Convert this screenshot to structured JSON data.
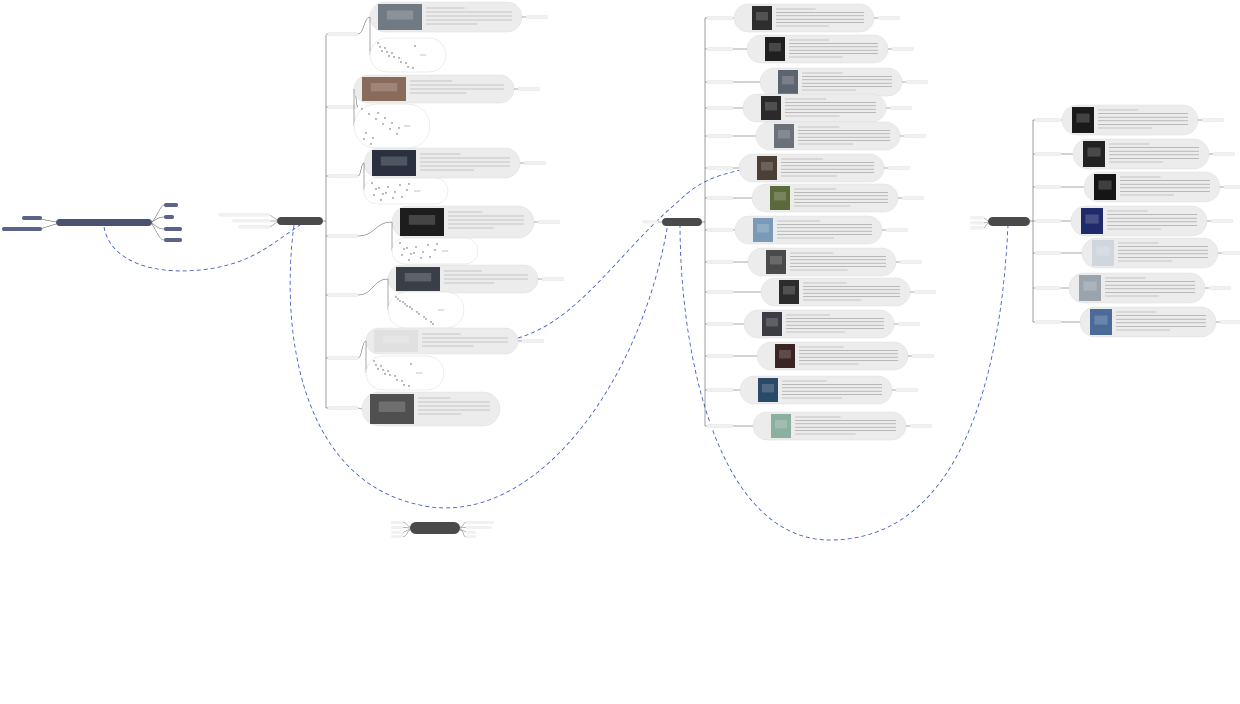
{
  "root": {
    "title": "",
    "left_labels": [],
    "right_labels": []
  },
  "hubs": [
    {
      "id": "hub-1",
      "title": ""
    },
    {
      "id": "hub-2",
      "title": ""
    },
    {
      "id": "hub-3",
      "title": ""
    },
    {
      "id": "hub-4",
      "title": ""
    }
  ],
  "colors": {
    "hub": "#4a4a4a",
    "root": "#4a5270",
    "bubble": "#ececec",
    "connector": "#3a3a3a",
    "dashed_link": "#2d4fc4",
    "tag": "#f1f1f1"
  }
}
